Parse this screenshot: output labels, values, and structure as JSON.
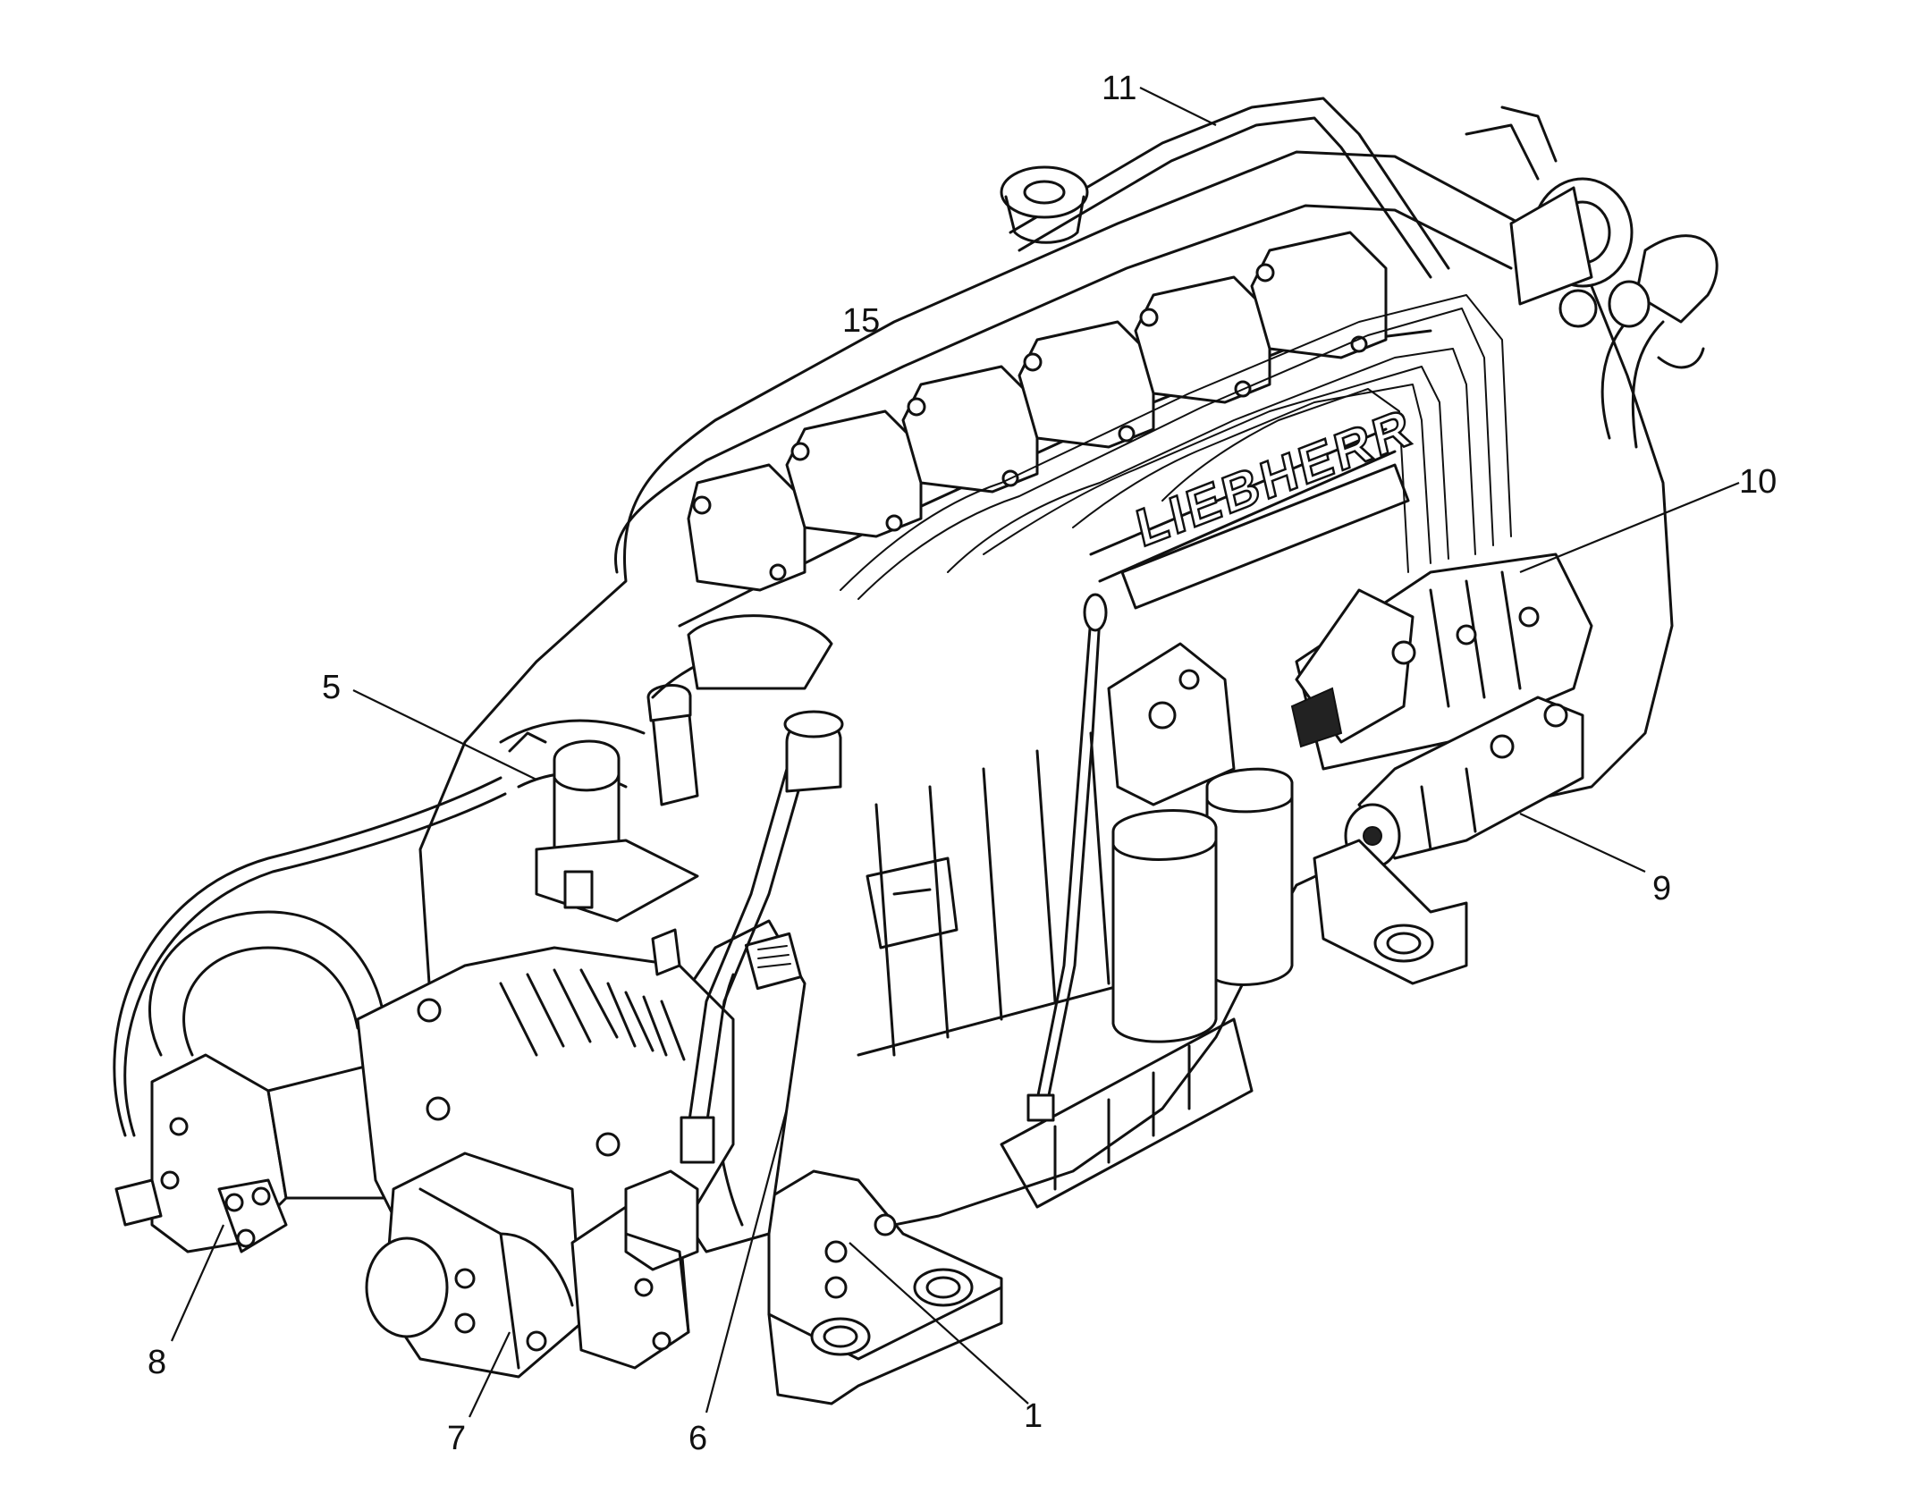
{
  "brand_text": "LIEBHERR",
  "callouts": {
    "c1": "1",
    "c5": "5",
    "c6": "6",
    "c7": "7",
    "c8": "8",
    "c9": "9",
    "c10": "10",
    "c11": "11",
    "c15": "15"
  }
}
